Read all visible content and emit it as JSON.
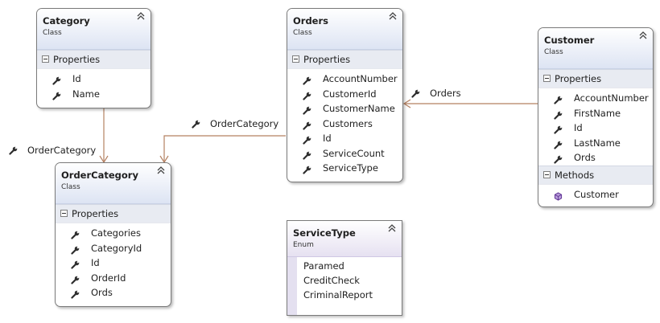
{
  "diagram": {
    "category": {
      "name": "Category",
      "kind": "Class",
      "sections": [
        {
          "title": "Properties",
          "members": [
            "Id",
            "Name"
          ]
        }
      ]
    },
    "orders": {
      "name": "Orders",
      "kind": "Class",
      "sections": [
        {
          "title": "Properties",
          "members": [
            "AccountNumber",
            "CustomerId",
            "CustomerName",
            "Customers",
            "Id",
            "ServiceCount",
            "ServiceType"
          ]
        }
      ]
    },
    "customer": {
      "name": "Customer",
      "kind": "Class",
      "sections": [
        {
          "title": "Properties",
          "members": [
            "AccountNumber",
            "FirstName",
            "Id",
            "LastName",
            "Ords"
          ]
        },
        {
          "title": "Methods",
          "members": [
            "Customer"
          ]
        }
      ]
    },
    "order_category": {
      "name": "OrderCategory",
      "kind": "Class",
      "sections": [
        {
          "title": "Properties",
          "members": [
            "Categories",
            "CategoryId",
            "Id",
            "OrderId",
            "Ords"
          ]
        }
      ]
    },
    "service_type": {
      "name": "ServiceType",
      "kind": "Enum",
      "values": [
        "Paramed",
        "CreditCheck",
        "CriminalReport"
      ]
    },
    "associations": {
      "category_to_order_category": "OrderCategory",
      "orders_to_order_category": "OrderCategory",
      "customer_to_orders": "Orders"
    }
  },
  "icons": {
    "property": "wrench-icon",
    "method": "method-cube-icon",
    "collapse": "double-chevron-up-icon"
  },
  "colors": {
    "connector": "#b48162",
    "header_gradient_end": "#dde4f3",
    "enum_stripe": "#e4e0f0"
  }
}
